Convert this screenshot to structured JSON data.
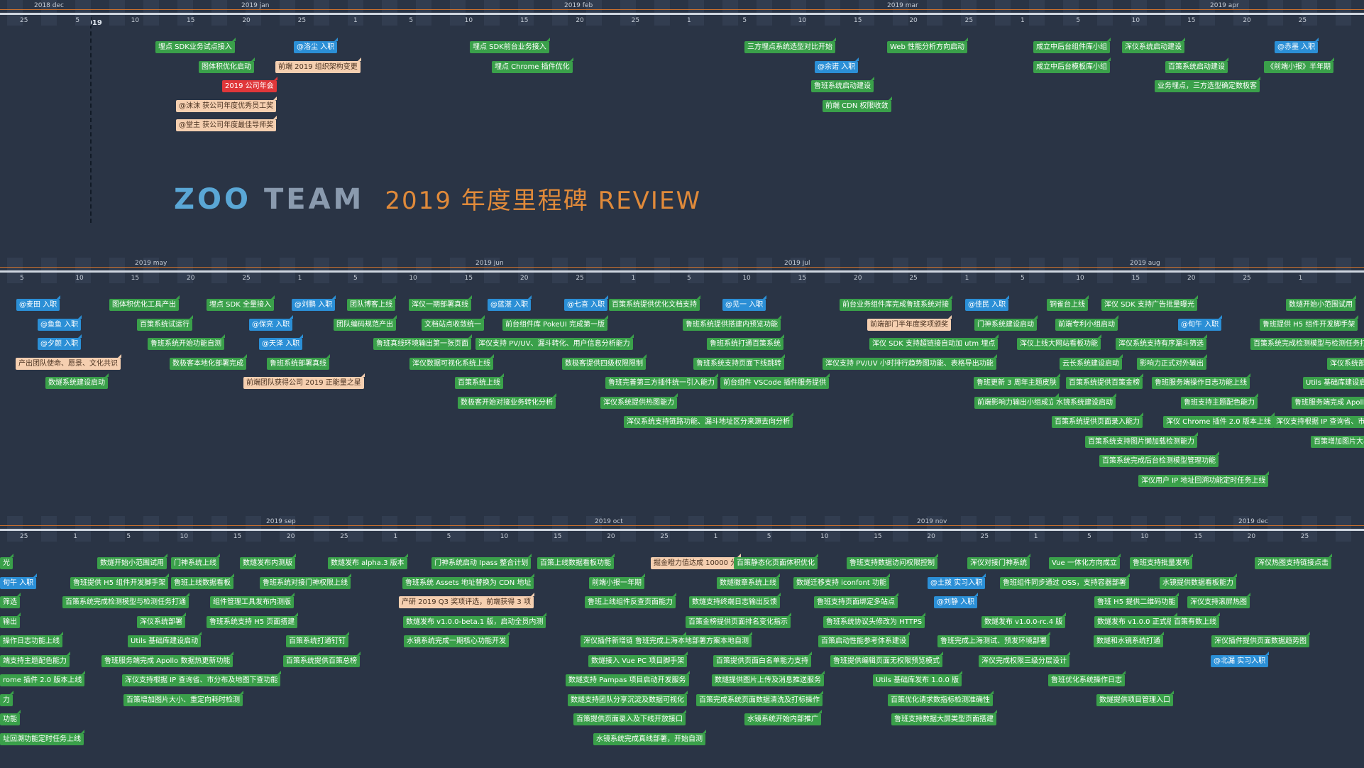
{
  "brand": {
    "logo_zoo": "ZOO",
    "logo_team": "TEAM",
    "title": "2019 年度里程碑 REVIEW"
  },
  "year_label": "2019",
  "bands": [
    {
      "months": [
        "2018 dec",
        "2019 jan",
        "2019 feb",
        "2019 mar",
        "2019 apr"
      ],
      "ticks": [
        "25",
        "5",
        "10",
        "15",
        "20",
        "25",
        "1",
        "5",
        "10",
        "15",
        "20",
        "25",
        "1",
        "5",
        "10",
        "15",
        "20",
        "25",
        "1",
        "5",
        "10",
        "15",
        "20",
        "25"
      ],
      "events": [
        {
          "t": "埋点 SDK业务试点接入",
          "c": "g"
        },
        {
          "t": "图体积优化启动",
          "c": "g"
        },
        {
          "t": "2019 公司年会",
          "c": "r"
        },
        {
          "t": "@沫沫 获公司年度优秀员工奖",
          "c": "p"
        },
        {
          "t": "@堂主 获公司年度最佳导师奖",
          "c": "p"
        },
        {
          "t": "@洛尘 入职",
          "c": "b"
        },
        {
          "t": "前端 2019 组织架构变更",
          "c": "p"
        },
        {
          "t": "埋点 SDK前台业务接入",
          "c": "g"
        },
        {
          "t": "埋点 Chrome 插件优化",
          "c": "g"
        },
        {
          "t": "三方埋点系统选型对比开始",
          "c": "g"
        },
        {
          "t": "@余诺 入职",
          "c": "b"
        },
        {
          "t": "鲁班系统启动建设",
          "c": "g"
        },
        {
          "t": "前端 CDN 权限收敛",
          "c": "g"
        },
        {
          "t": "Web 性能分析方向启动",
          "c": "g"
        },
        {
          "t": "成立中后台组件库小组",
          "c": "g"
        },
        {
          "t": "成立中后台模板库小组",
          "c": "g"
        },
        {
          "t": "浑仪系统启动建设",
          "c": "g"
        },
        {
          "t": "百策系统启动建设",
          "c": "g"
        },
        {
          "t": "业务埋点，三方选型确定数极客",
          "c": "g"
        },
        {
          "t": "@赤墨 入职",
          "c": "b"
        },
        {
          "t": "《前端小报》半年期",
          "c": "g"
        }
      ]
    },
    {
      "months": [
        "2019 may",
        "2019 jun",
        "2019 jul",
        "2019 aug"
      ],
      "ticks": [
        "5",
        "10",
        "15",
        "20",
        "25",
        "1",
        "5",
        "10",
        "15",
        "20",
        "25",
        "1",
        "5",
        "10",
        "15",
        "20",
        "25",
        "1",
        "5",
        "10",
        "15",
        "20",
        "25",
        "1"
      ],
      "events": [
        {
          "t": "@麦田 入职",
          "c": "b"
        },
        {
          "t": "@鱼鱼 入职",
          "c": "b"
        },
        {
          "t": "@夕颜 入职",
          "c": "b"
        },
        {
          "t": "产出团队使命、愿景、文化共识",
          "c": "p"
        },
        {
          "t": "数燧系统建设启动",
          "c": "g"
        },
        {
          "t": "图体积优化工具产出",
          "c": "g"
        },
        {
          "t": "百策系统试运行",
          "c": "g"
        },
        {
          "t": "鲁班系统开始功能自测",
          "c": "g"
        },
        {
          "t": "数极客本地化部署完成",
          "c": "g"
        },
        {
          "t": "埋点 SDK 全量接入",
          "c": "g"
        },
        {
          "t": "@保亮 入职",
          "c": "b"
        },
        {
          "t": "@天泽 入职",
          "c": "b"
        },
        {
          "t": "鲁班系统部署真线",
          "c": "g"
        },
        {
          "t": "前端团队获得公司 2019 正能量之星",
          "c": "p"
        },
        {
          "t": "@刘鹏 入职",
          "c": "b"
        },
        {
          "t": "团队博客上线",
          "c": "g"
        },
        {
          "t": "团队编码规范产出",
          "c": "g"
        },
        {
          "t": "浑仪一期部署真线",
          "c": "g"
        },
        {
          "t": "文档站点收敛统一",
          "c": "g"
        },
        {
          "t": "鲁班真线环境输出第一张页面",
          "c": "g"
        },
        {
          "t": "浑仪数据可视化系统上线",
          "c": "g"
        },
        {
          "t": "百策系统上线",
          "c": "g"
        },
        {
          "t": "数极客开始对接业务转化分析",
          "c": "g"
        },
        {
          "t": "@蓝湛 入职",
          "c": "b"
        },
        {
          "t": "前台组件库 PokeUI 完成第一版",
          "c": "g"
        },
        {
          "t": "浑仪支持 PV/UV、漏斗转化、用户信息分析能力",
          "c": "g"
        },
        {
          "t": "数极客提供四级权限限制",
          "c": "g"
        },
        {
          "t": "@七喜 入职",
          "c": "b"
        },
        {
          "t": "百策系统提供优化文档支持",
          "c": "g"
        },
        {
          "t": "鲁班完善第三方插件统一引入能力",
          "c": "g"
        },
        {
          "t": "浑仪系统提供热图能力",
          "c": "g"
        },
        {
          "t": "浑仪系统支持链路功能、漏斗地址区分来源去向分析",
          "c": "g"
        },
        {
          "t": "鲁班系统提供搭建内预览功能",
          "c": "g"
        },
        {
          "t": "鲁班系统打通百策系统",
          "c": "g"
        },
        {
          "t": "鲁班系统支持页面下线跳转",
          "c": "g"
        },
        {
          "t": "前台组件 VSCode 插件服务提供",
          "c": "g"
        },
        {
          "t": "@见一 入职",
          "c": "b"
        },
        {
          "t": "前台业务组件库完成鲁班系统对接",
          "c": "g"
        },
        {
          "t": "前端部门半年度奖项颁奖",
          "c": "p"
        },
        {
          "t": "浑仪 SDK 支持超链接自动加 utm 埋点",
          "c": "g"
        },
        {
          "t": "浑仪支持 PV/UV 小时排行趋势图功能、表格导出功能",
          "c": "g"
        },
        {
          "t": "@佳民 入职",
          "c": "b"
        },
        {
          "t": "门神系统建设启动",
          "c": "g"
        },
        {
          "t": "浑仪上线大网站看板功能",
          "c": "g"
        },
        {
          "t": "鲁班更新 3 周年主题皮肤",
          "c": "g"
        },
        {
          "t": "前端影响力输出小组成立",
          "c": "g"
        },
        {
          "t": "铜雀台上线",
          "c": "g"
        },
        {
          "t": "前端专利小组启动",
          "c": "g"
        },
        {
          "t": "云长系统建设启动",
          "c": "g"
        },
        {
          "t": "百策系统提供百策金榜",
          "c": "g"
        },
        {
          "t": "水镜系统建设启动",
          "c": "g"
        },
        {
          "t": "百策系统提供页面录入能力",
          "c": "g"
        },
        {
          "t": "百策系统支持图片懒加载检测能力",
          "c": "g"
        },
        {
          "t": "百策系统完成后台检测模型管理功能",
          "c": "g"
        },
        {
          "t": "浑仪 SDK 支持广告批量曝光",
          "c": "g"
        },
        {
          "t": "浑仪系统支持有序漏斗筛选",
          "c": "g"
        },
        {
          "t": "影响力正式对外输出",
          "c": "g"
        },
        {
          "t": "鲁班服务端操作日志功能上线",
          "c": "g"
        },
        {
          "t": "鲁班支持主题配色能力",
          "c": "g"
        },
        {
          "t": "浑仪 Chrome 插件 2.0 版本上线",
          "c": "g"
        },
        {
          "t": "浑仪用户 IP 地址回溯功能定时任务上线",
          "c": "g"
        },
        {
          "t": "@旬午 入职",
          "c": "b"
        },
        {
          "t": "数燧开始小范围试用",
          "c": "g"
        },
        {
          "t": "鲁班提供 H5 组件开发脚手架",
          "c": "g"
        },
        {
          "t": "百策系统完成检测模型与检测任务打通",
          "c": "g"
        },
        {
          "t": "浑仪系统部署",
          "c": "g"
        },
        {
          "t": "Utils 基础库建设启动",
          "c": "g"
        },
        {
          "t": "鲁班服务端完成 Apollo 数据热更新功能",
          "c": "g"
        },
        {
          "t": "浑仪支持根据 IP 查询省、市分布及地图下查功能",
          "c": "g"
        },
        {
          "t": "百策增加图片大小、重定向耗时检测",
          "c": "g"
        }
      ]
    },
    {
      "months": [
        "2019 sep",
        "2019 oct",
        "2019 nov",
        "2019 dec"
      ],
      "ticks": [
        "25",
        "1",
        "5",
        "10",
        "15",
        "20",
        "25",
        "1",
        "5",
        "10",
        "15",
        "20",
        "25",
        "1",
        "5",
        "10",
        "15",
        "20",
        "25",
        "1",
        "5",
        "10",
        "15",
        "20",
        "25"
      ],
      "events": [
        {
          "t": "光",
          "c": "g"
        },
        {
          "t": "旬午 入职",
          "c": "b"
        },
        {
          "t": "筛选",
          "c": "g"
        },
        {
          "t": "输出",
          "c": "g"
        },
        {
          "t": "操作日志功能上线",
          "c": "g"
        },
        {
          "t": "端支持主题配色能力",
          "c": "g"
        },
        {
          "t": "rome 插件 2.0 版本上线",
          "c": "g"
        },
        {
          "t": "力",
          "c": "g"
        },
        {
          "t": "功能",
          "c": "g"
        },
        {
          "t": "址回溯功能定时任务上线",
          "c": "g"
        },
        {
          "t": "数燧开始小范围试用",
          "c": "g"
        },
        {
          "t": "鲁班提供 H5 组件开发脚手架",
          "c": "g"
        },
        {
          "t": "百策系统完成检测模型与检测任务打通",
          "c": "g"
        },
        {
          "t": "浑仪系统部署",
          "c": "g"
        },
        {
          "t": "Utils 基础库建设启动",
          "c": "g"
        },
        {
          "t": "鲁班服务端完成 Apollo 数据热更新功能",
          "c": "g"
        },
        {
          "t": "浑仪支持根据 IP 查询省、市分布及地图下查功能",
          "c": "g"
        },
        {
          "t": "百策增加图片大小、重定向耗时检测",
          "c": "g"
        },
        {
          "t": "门神系统上线",
          "c": "g"
        },
        {
          "t": "鲁班上线数据看板",
          "c": "g"
        },
        {
          "t": "组件管理工具发布内测版",
          "c": "g"
        },
        {
          "t": "鲁班系统支持 H5 页面搭建",
          "c": "g"
        },
        {
          "t": "数燧发布内测版",
          "c": "g"
        },
        {
          "t": "鲁班系统对接门神权限上线",
          "c": "g"
        },
        {
          "t": "百策系统打通钉钉",
          "c": "g"
        },
        {
          "t": "百策系统提供百策总榜",
          "c": "g"
        },
        {
          "t": "数燧发布 alpha.3 版本",
          "c": "g"
        },
        {
          "t": "门神系统启动 Ipass 整合计划",
          "c": "g"
        },
        {
          "t": "鲁班系统 Assets 地址替换为 CDN 地址",
          "c": "g"
        },
        {
          "t": "产研 2019 Q3 奖项评选，前端获得 3 项",
          "c": "p"
        },
        {
          "t": "数燧发布 v1.0.0-beta.1 版，启动全员内测",
          "c": "g"
        },
        {
          "t": "水镜系统完成一期核心功能开发",
          "c": "g"
        },
        {
          "t": "百策上线数据看板功能",
          "c": "g"
        },
        {
          "t": "前端小报一年期",
          "c": "g"
        },
        {
          "t": "鲁班上线组件反查页面能力",
          "c": "g"
        },
        {
          "t": "浑仪插件新增链接点击事件统计",
          "c": "g"
        },
        {
          "t": "数燧接入 Vue PC 项目脚手架",
          "c": "g"
        },
        {
          "t": "数燧支持 Pampas 项目启动开发服务",
          "c": "g"
        },
        {
          "t": "数燧支持团队分享沉淀及数据可视化",
          "c": "g"
        },
        {
          "t": "百策提供页面录入及下线开放接口",
          "c": "g"
        },
        {
          "t": "水镜系统完成真线部署，开始自测",
          "c": "g"
        },
        {
          "t": "掘金瞪力值达成 10000 分",
          "c": "p"
        },
        {
          "t": "百策静态化页面体积优化",
          "c": "g"
        },
        {
          "t": "数燧徽章系统上线",
          "c": "g"
        },
        {
          "t": "数燧支持终端日志输出反馈",
          "c": "g"
        },
        {
          "t": "百策金榜提供页面排名变化指示",
          "c": "g"
        },
        {
          "t": "鲁班完成上海本地部署方案本地自测",
          "c": "g"
        },
        {
          "t": "百策提供页面白名单能力支持",
          "c": "g"
        },
        {
          "t": "数燧提供图片上传及消息推送服务",
          "c": "g"
        },
        {
          "t": "百策完成系统页面数据清洗及打标操作",
          "c": "g"
        },
        {
          "t": "水镜系统开始内部推广",
          "c": "g"
        },
        {
          "t": "鲁班支持数据访问权限控制",
          "c": "g"
        },
        {
          "t": "数燧迁移支持 iconfont 功能",
          "c": "g"
        },
        {
          "t": "鲁班支持页面绑定多站点",
          "c": "g"
        },
        {
          "t": "鲁班系统协议头修改为 HTTPS",
          "c": "g"
        },
        {
          "t": "百策启动性能参考体系建设",
          "c": "g"
        },
        {
          "t": "鲁班提供编辑页面无权限预览模式",
          "c": "g"
        },
        {
          "t": "Utils 基础库发布 1.0.0 版",
          "c": "g"
        },
        {
          "t": "百策优化请求数指标检测准确性",
          "c": "g"
        },
        {
          "t": "鲁班支持数据大屏类型页面搭建",
          "c": "g"
        },
        {
          "t": "浑仪对接门神系统",
          "c": "g"
        },
        {
          "t": "@土拨 实习入职",
          "c": "b"
        },
        {
          "t": "@刘静 入职",
          "c": "b"
        },
        {
          "t": "数燧发布 v1.0.0-rc.4 版",
          "c": "g"
        },
        {
          "t": "鲁班完成上海测试、预发环境部署",
          "c": "g"
        },
        {
          "t": "浑仪完成权限三级分层设计",
          "c": "g"
        },
        {
          "t": "鲁班优化系统操作日志",
          "c": "g"
        },
        {
          "t": "数燧提供项目管理入口",
          "c": "g"
        },
        {
          "t": "Vue 一体化方向成立",
          "c": "g"
        },
        {
          "t": "鲁班组件同步通过 OSS，支持容器部署",
          "c": "g"
        },
        {
          "t": "鲁班 H5 提供二维码功能",
          "c": "g"
        },
        {
          "t": "数燧发布 v1.0.0 正式版",
          "c": "g"
        },
        {
          "t": "数燧和水镜系统打通",
          "c": "g"
        },
        {
          "t": "鲁班支持批量发布",
          "c": "g"
        },
        {
          "t": "水镜提供数据看板能力",
          "c": "g"
        },
        {
          "t": "浑仪支持滚屏热图",
          "c": "g"
        },
        {
          "t": "百策有数上线",
          "c": "g"
        },
        {
          "t": "浑仪插件提供页面数据趋势图",
          "c": "g"
        },
        {
          "t": "@北漏 实习入职",
          "c": "b"
        },
        {
          "t": "浑仪热图支持链接点击",
          "c": "g"
        }
      ]
    }
  ]
}
